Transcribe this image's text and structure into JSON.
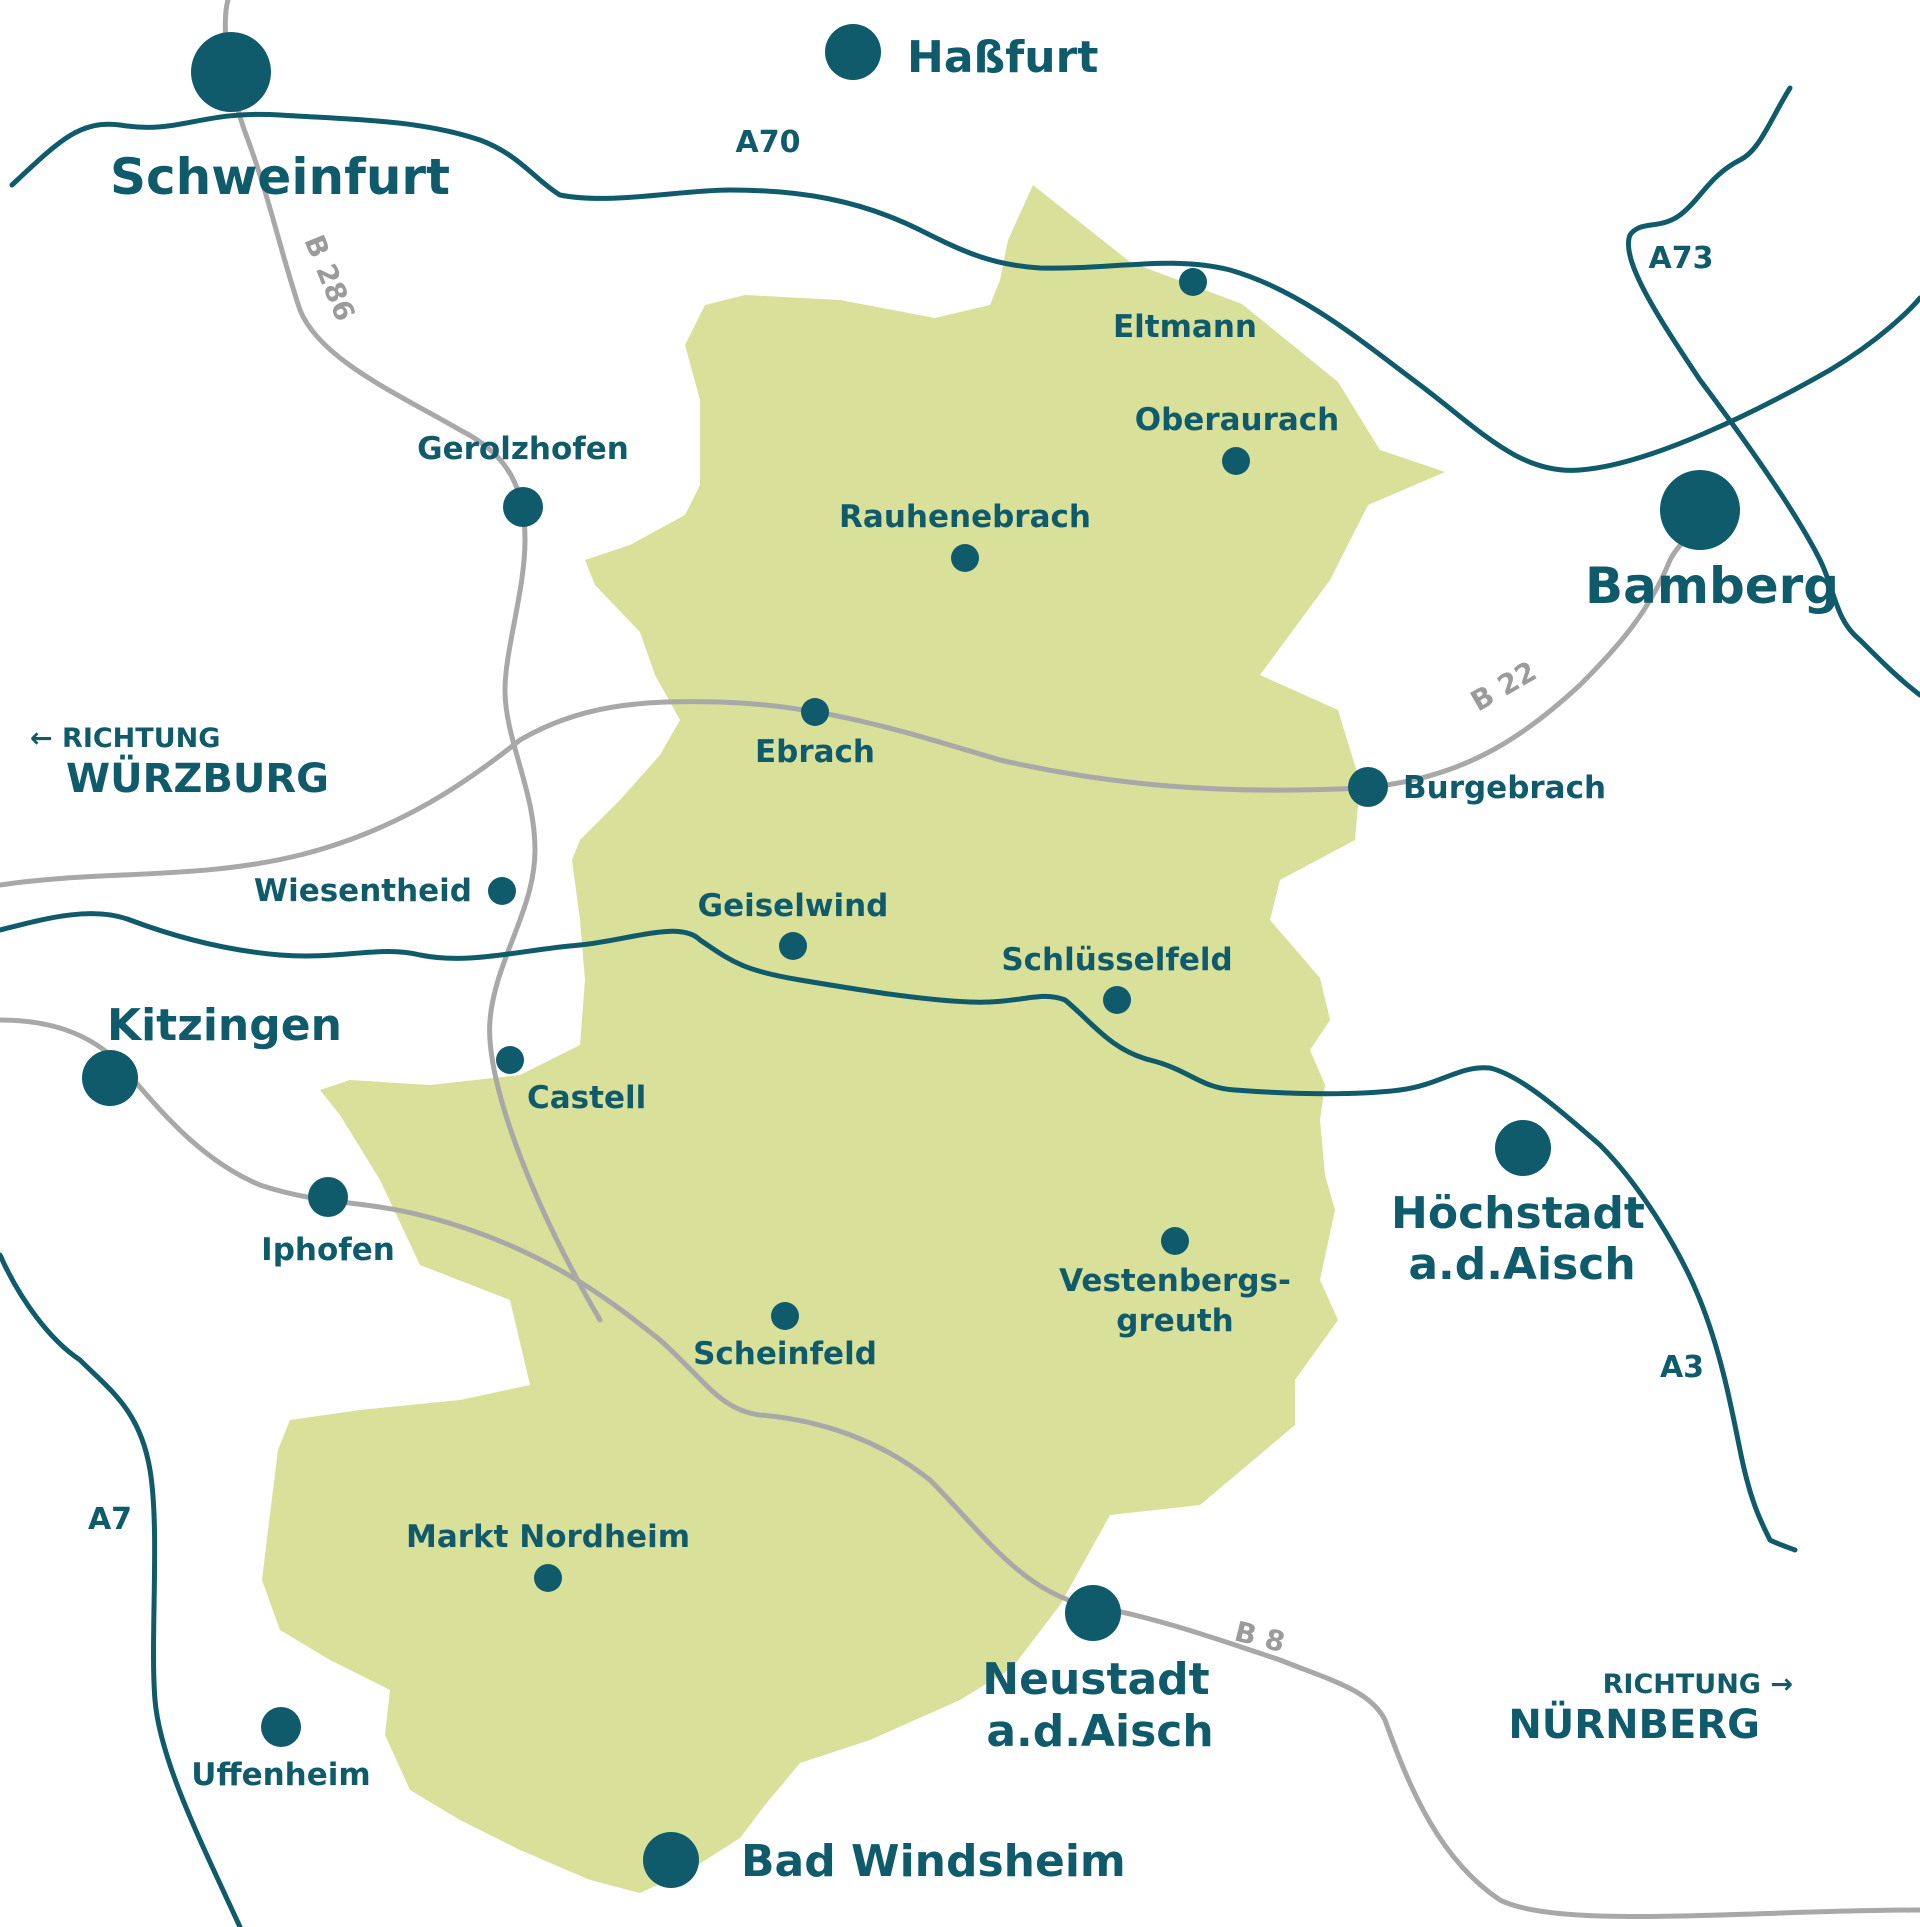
{
  "colors": {
    "region": "#d8e099",
    "highway": "#0f5b6b",
    "federal_road": "#a8a8a8",
    "text": "#0f5b6b"
  },
  "cities": {
    "hassfurt": "Haßfurt",
    "schweinfurt": "Schweinfurt",
    "bamberg": "Bamberg",
    "kitzingen": "Kitzingen",
    "hoechstadt_1": "Höchstadt",
    "hoechstadt_2": "a.d.Aisch",
    "neustadt_1": "Neustadt",
    "neustadt_2": "a.d.Aisch",
    "bad_windsheim": "Bad Windsheim"
  },
  "towns": {
    "eltmann": "Eltmann",
    "oberaurach": "Oberaurach",
    "gerolzhofen": "Gerolzhofen",
    "rauhenebrach": "Rauhenebrach",
    "ebrach": "Ebrach",
    "burgebrach": "Burgebrach",
    "wiesentheid": "Wiesentheid",
    "geiselwind": "Geiselwind",
    "schluesselfeld": "Schlüsselfeld",
    "castell": "Castell",
    "iphofen": "Iphofen",
    "vestenbergsgreuth_1": "Vestenbergs-",
    "vestenbergsgreuth_2": "greuth",
    "scheinfeld": "Scheinfeld",
    "markt_nordheim": "Markt Nordheim",
    "uffenheim": "Uffenheim"
  },
  "roads": {
    "a70": "A70",
    "a73": "A73",
    "a3": "A3",
    "a7": "A7",
    "b286": "B 286",
    "b22": "B 22",
    "b8": "B 8"
  },
  "directions": {
    "west_small": "← RICHTUNG",
    "west_large": "WÜRZBURG",
    "east_small": "RICHTUNG →",
    "east_large": "NÜRNBERG"
  }
}
